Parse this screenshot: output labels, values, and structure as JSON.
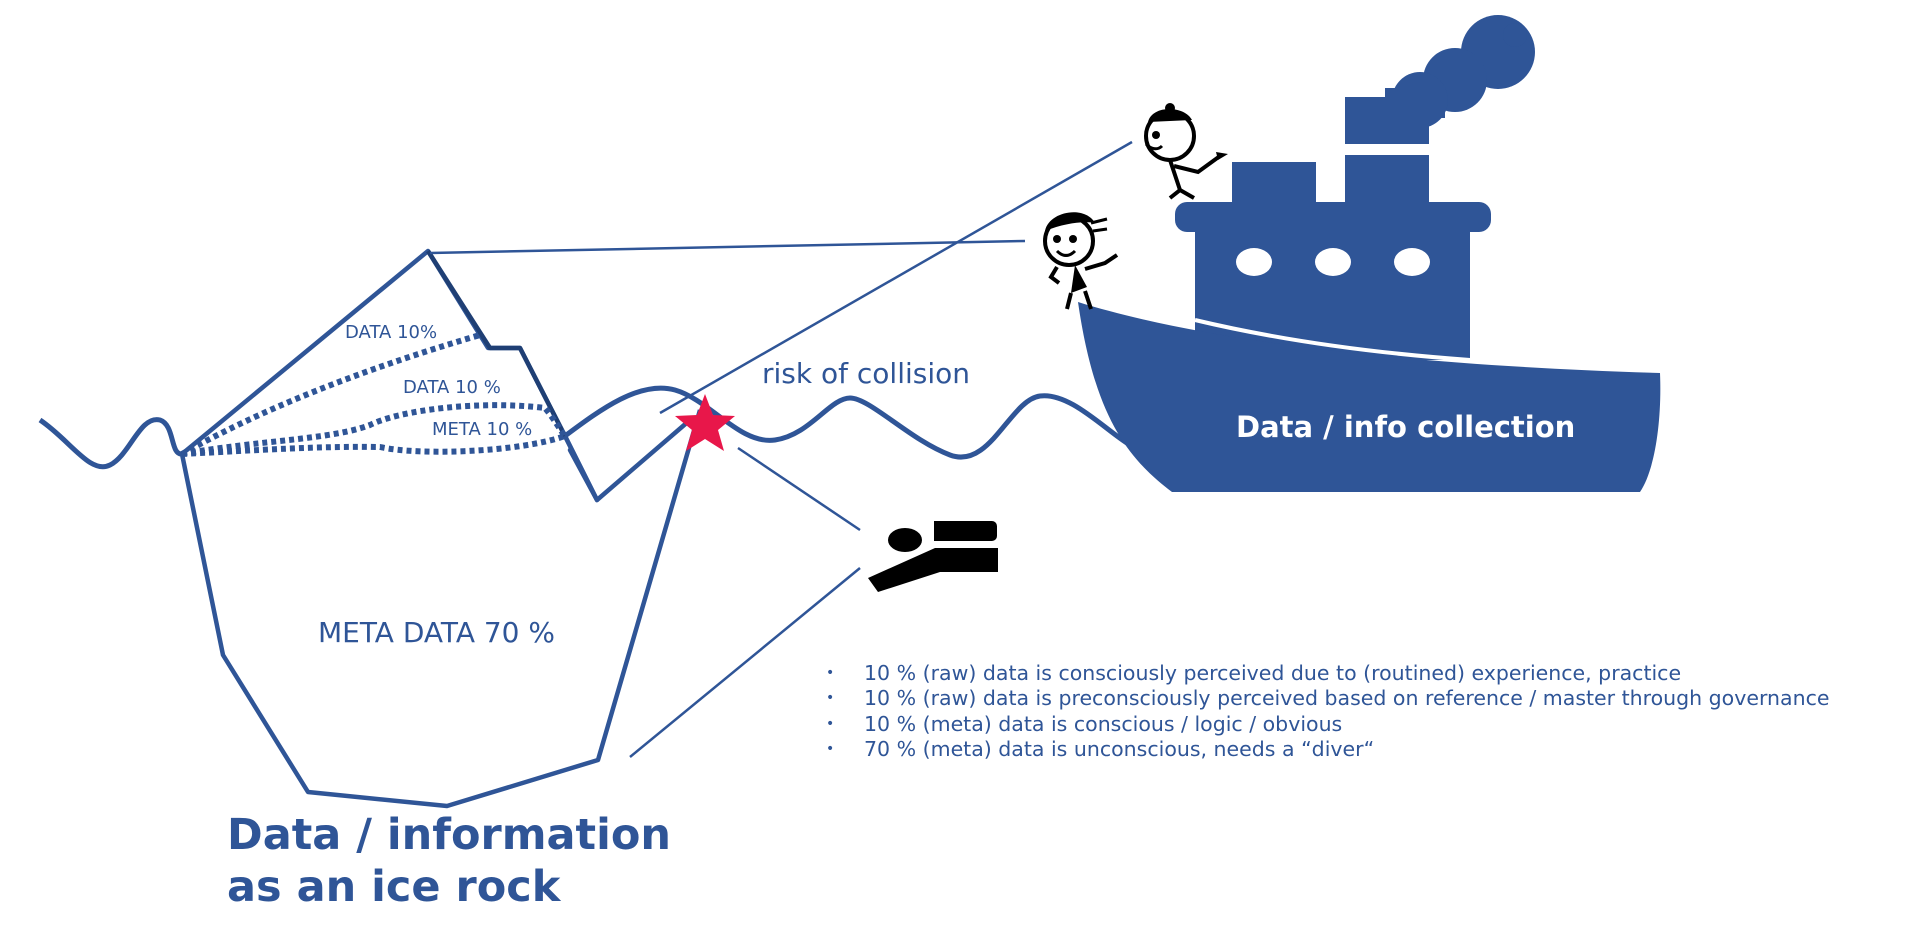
{
  "diagram": {
    "colors": {
      "primary": "#2f5597",
      "collision_star": "#e8174a",
      "person": "#000000",
      "white": "#ffffff"
    },
    "labels": {
      "data_top": "DATA 10%",
      "data_mid": "DATA 10 %",
      "meta_small": "META 10 %",
      "meta_large": "META DATA 70 %",
      "risk": "risk of collision",
      "ship": "Data / info collection",
      "title_line1": "Data / information",
      "title_line2": "as an ice rock"
    },
    "icons": {
      "collision": "star-icon",
      "observer_top": "man-pointing-icon",
      "observer_bottom": "girl-pointing-icon",
      "diver": "diver-icon",
      "ship": "steamship-icon"
    },
    "bullets": [
      "10 % (raw) data is consciously perceived due to (routined) experience, practice",
      "10 % (raw) data is preconsciously perceived based on reference / master through governance",
      "10 % (meta) data is conscious / logic / obvious",
      "70 % (meta) data is unconscious, needs a “diver“"
    ],
    "bullet_marker": "•"
  }
}
